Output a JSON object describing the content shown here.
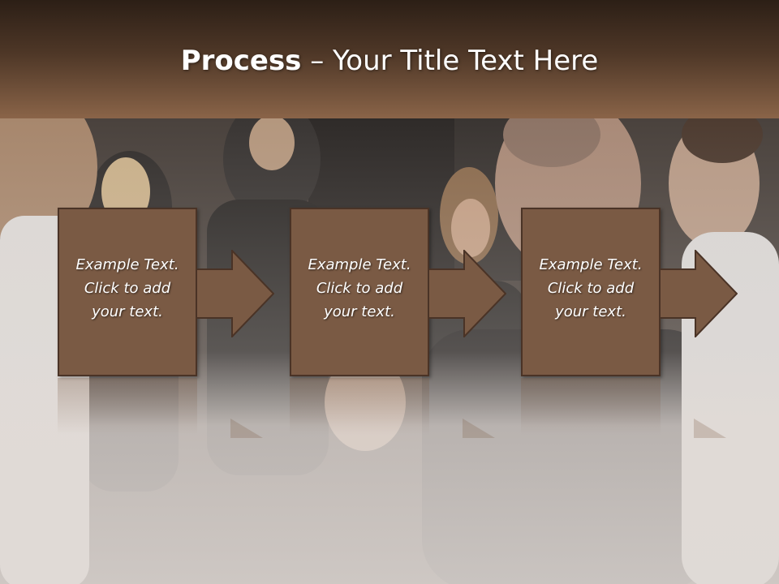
{
  "slide": {
    "title_bold": "Process",
    "title_rest": " – Your Title Text Here",
    "steps": [
      {
        "line1": "Example Text.",
        "line2": "Click  to add",
        "line3": "your text."
      },
      {
        "line1": "Example Text.",
        "line2": "Click  to add",
        "line3": "your text."
      },
      {
        "line1": "Example Text.",
        "line2": "Click  to add",
        "line3": "your text."
      }
    ]
  },
  "colors": {
    "box_fill": "#7a5a44",
    "box_border": "#4a3326",
    "title_bar_top": "#2c1f16",
    "title_bar_bottom": "#8a6448"
  }
}
